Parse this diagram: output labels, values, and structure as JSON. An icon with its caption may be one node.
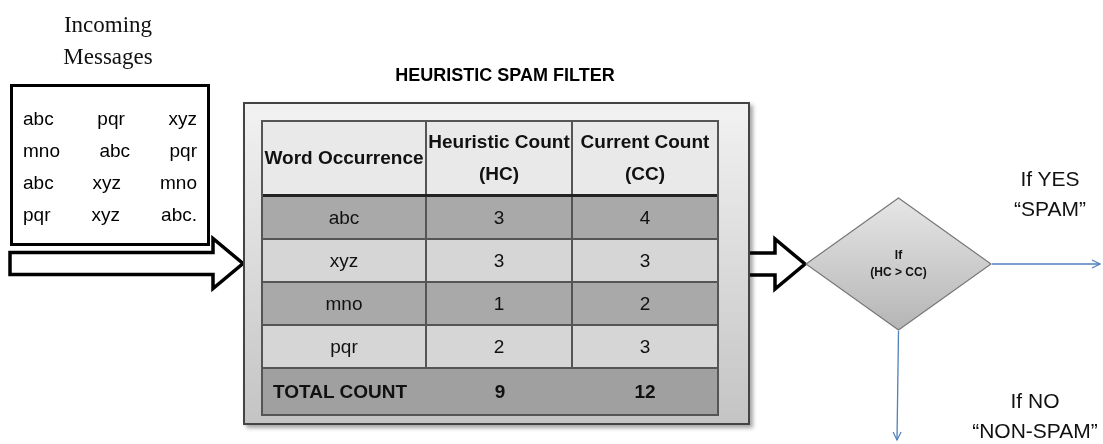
{
  "diagram": {
    "nodes": [
      {
        "text": [
          "Incoming Messages",
          "abc pqr xyz",
          "mno abc pqr",
          "abc xyz mno",
          "pqr xyz abc."
        ]
      },
      {
        "text": [
          "HEURISTIC SPAM FILTER"
        ]
      },
      {
        "text": [
          "If",
          "(HC > CC)"
        ]
      }
    ],
    "edges": [
      {
        "from": null,
        "to": 1,
        "arrow": "to"
      },
      {
        "from": 1,
        "to": 2,
        "arrow": "to"
      },
      {
        "from": 2,
        "to": null,
        "arrow": "to",
        "label": "If YES “SPAM”",
        "color": "#4f81bd"
      },
      {
        "from": 2,
        "to": null,
        "arrow": "to",
        "label": "If NO “NON-SPAM”",
        "color": "#4f81bd"
      }
    ],
    "labels": [
      "Word Occurrence",
      "Heuristic Count (HC)",
      "Current Count (CC)",
      "abc",
      "3",
      "4",
      "xyz",
      "3",
      "3",
      "mno",
      "1",
      "2",
      "pqr",
      "2",
      "3",
      "TOTAL COUNT",
      "9",
      "12"
    ]
  }
}
